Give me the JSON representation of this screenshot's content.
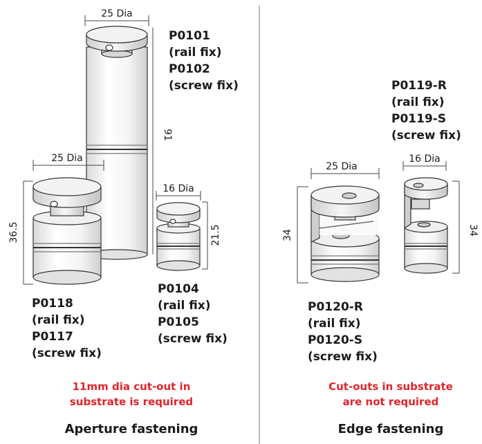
{
  "left_panel": {
    "p0101_group": {
      "code1": "P0101",
      "type1": "(rail fix)",
      "code2": "P0102",
      "type2": "(screw fix)"
    },
    "p0118_group": {
      "code1": "P0118",
      "type1": "(rail fix)",
      "code2": "P0117",
      "type2": "(screw fix)"
    },
    "p0104_group": {
      "code1": "P0104",
      "type1": "(rail fix)",
      "code2": "P0105",
      "type2": "(screw fix)"
    },
    "dims": {
      "tall_dia": "25 Dia",
      "tall_height": "91",
      "medium_dia": "25 Dia",
      "medium_height": "36.5",
      "small_dia": "16 Dia",
      "small_height": "21.5"
    },
    "note_line1": "11mm dia cut-out in",
    "note_line2": "substrate is required",
    "caption": "Aperture fastening"
  },
  "right_panel": {
    "p0119_group": {
      "code1": "P0119-R",
      "type1": "(rail fix)",
      "code2": "P0119-S",
      "type2": "(screw fix)"
    },
    "p0120_group": {
      "code1": "P0120-R",
      "type1": "(rail fix)",
      "code2": "P0120-S",
      "type2": "(screw fix)"
    },
    "dims": {
      "large_dia": "25 Dia",
      "large_height": "34",
      "small_dia": "16 Dia",
      "small_height": "34"
    },
    "note_line1": "Cut-outs in substrate",
    "note_line2": "are not required",
    "caption": "Edge fastening"
  },
  "colors": {
    "note": "#e0252b",
    "text": "#1a1a1a",
    "divider": "#bdbdbd"
  }
}
